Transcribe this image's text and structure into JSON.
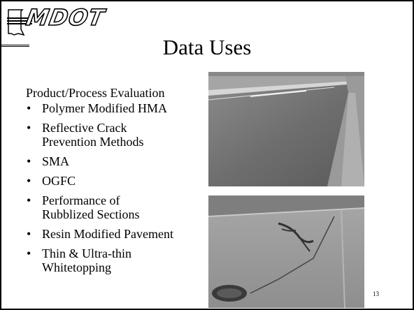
{
  "logo": {
    "text": "MDOT"
  },
  "title": "Data Uses",
  "subtitle": "Product/Process Evaluation",
  "bullets": [
    "Polymer Modified HMA",
    "Reflective Crack Prevention Methods",
    "SMA",
    "OGFC",
    "Performance of Rubblized Sections",
    "Resin Modified Pavement",
    "Thin & Ultra-thin Whitetopping"
  ],
  "bullet_char": "•",
  "page_number": "13"
}
